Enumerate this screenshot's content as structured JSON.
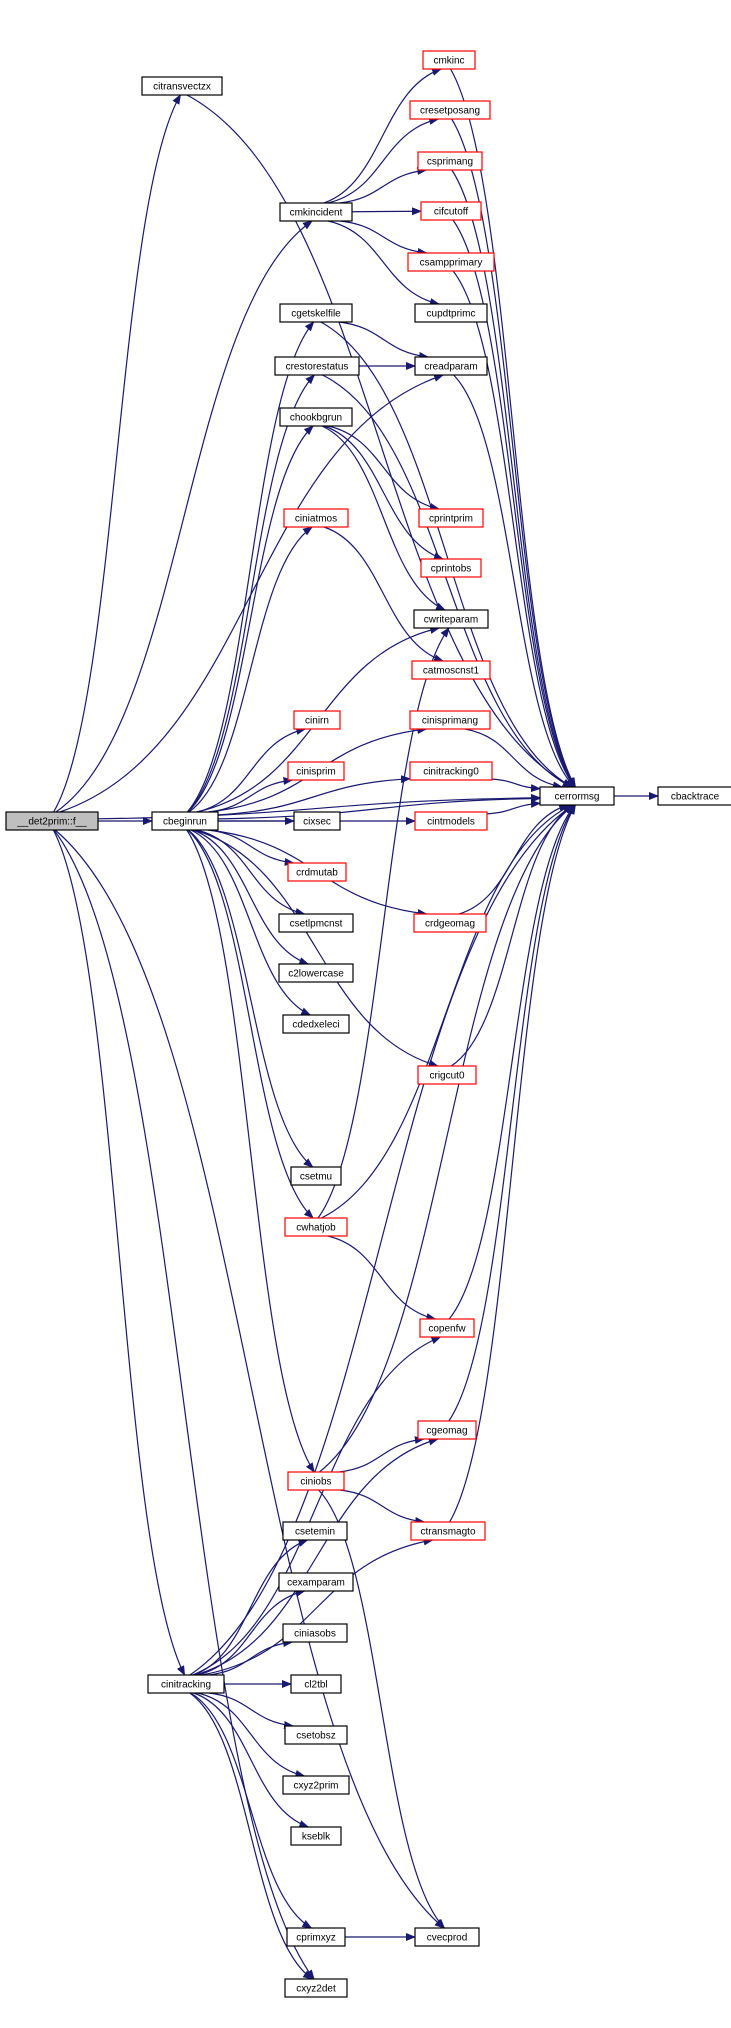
{
  "colors": {
    "edge": "#191970",
    "node_black_border": "#000000",
    "node_red_border": "#ff0000",
    "root_fill": "#bfbfbf",
    "node_fill": "#ffffff"
  },
  "nodes": [
    {
      "id": "root",
      "label": "__det2prim::f__",
      "style": "root"
    },
    {
      "id": "citransvectzx",
      "label": "citransvectzx",
      "style": "black"
    },
    {
      "id": "cbeginrun",
      "label": "cbeginrun",
      "style": "black"
    },
    {
      "id": "cmkincident",
      "label": "cmkincident",
      "style": "black"
    },
    {
      "id": "cmkinc",
      "label": "cmkinc",
      "style": "red"
    },
    {
      "id": "cresetposang",
      "label": "cresetposang",
      "style": "red"
    },
    {
      "id": "csprimang",
      "label": "csprimang",
      "style": "red"
    },
    {
      "id": "cifcutoff",
      "label": "cifcutoff",
      "style": "red"
    },
    {
      "id": "csampprimary",
      "label": "csampprimary",
      "style": "red"
    },
    {
      "id": "cupdtprimc",
      "label": "cupdtprimc",
      "style": "black"
    },
    {
      "id": "cgetskelfile",
      "label": "cgetskelfile",
      "style": "black"
    },
    {
      "id": "creadparam",
      "label": "creadparam",
      "style": "black"
    },
    {
      "id": "crestorestatus",
      "label": "crestorestatus",
      "style": "black"
    },
    {
      "id": "chookbgrun",
      "label": "chookbgrun",
      "style": "black"
    },
    {
      "id": "ciniatmos",
      "label": "ciniatmos",
      "style": "red"
    },
    {
      "id": "cprintprim",
      "label": "cprintprim",
      "style": "red"
    },
    {
      "id": "cprintobs",
      "label": "cprintobs",
      "style": "red"
    },
    {
      "id": "cwriteparam",
      "label": "cwriteparam",
      "style": "black"
    },
    {
      "id": "catmoscnst1",
      "label": "catmoscnst1",
      "style": "red"
    },
    {
      "id": "cinisprimang",
      "label": "cinisprimang",
      "style": "red"
    },
    {
      "id": "cinirn",
      "label": "cinirn",
      "style": "red"
    },
    {
      "id": "cinitracking0",
      "label": "cinitracking0",
      "style": "red"
    },
    {
      "id": "cinisprim",
      "label": "cinisprim",
      "style": "red"
    },
    {
      "id": "cerrormsg",
      "label": "cerrormsg",
      "style": "black"
    },
    {
      "id": "cbacktrace",
      "label": "cbacktrace",
      "style": "black"
    },
    {
      "id": "cintmodels",
      "label": "cintmodels",
      "style": "red"
    },
    {
      "id": "cixsec",
      "label": "cixsec",
      "style": "black"
    },
    {
      "id": "crdmutab",
      "label": "crdmutab",
      "style": "red"
    },
    {
      "id": "crdgeomag",
      "label": "crdgeomag",
      "style": "red"
    },
    {
      "id": "csetlpmcnst",
      "label": "csetlpmcnst",
      "style": "black"
    },
    {
      "id": "c2lowercase",
      "label": "c2lowercase",
      "style": "black"
    },
    {
      "id": "cdedxeleci",
      "label": "cdedxeleci",
      "style": "black"
    },
    {
      "id": "crigcut0",
      "label": "crigcut0",
      "style": "red"
    },
    {
      "id": "csetmu",
      "label": "csetmu",
      "style": "black"
    },
    {
      "id": "cwhatjob",
      "label": "cwhatjob",
      "style": "red"
    },
    {
      "id": "copenfw",
      "label": "copenfw",
      "style": "red"
    },
    {
      "id": "cgeomag",
      "label": "cgeomag",
      "style": "red"
    },
    {
      "id": "ciniobs",
      "label": "ciniobs",
      "style": "red"
    },
    {
      "id": "ctransmagto",
      "label": "ctransmagto",
      "style": "red"
    },
    {
      "id": "csetemin",
      "label": "csetemin",
      "style": "black"
    },
    {
      "id": "cexamparam",
      "label": "cexamparam",
      "style": "black"
    },
    {
      "id": "ciniasobs",
      "label": "ciniasobs",
      "style": "black"
    },
    {
      "id": "cinitracking",
      "label": "cinitracking",
      "style": "black"
    },
    {
      "id": "cl2tbl",
      "label": "cl2tbl",
      "style": "black"
    },
    {
      "id": "csetobsz",
      "label": "csetobsz",
      "style": "black"
    },
    {
      "id": "cxyz2prim",
      "label": "cxyz2prim",
      "style": "black"
    },
    {
      "id": "kseblk",
      "label": "kseblk",
      "style": "black"
    },
    {
      "id": "cprimxyz",
      "label": "cprimxyz",
      "style": "black"
    },
    {
      "id": "cvecprod",
      "label": "cvecprod",
      "style": "black"
    },
    {
      "id": "cxyz2det",
      "label": "cxyz2det",
      "style": "black"
    }
  ],
  "edges": [
    [
      "root",
      "citransvectzx"
    ],
    [
      "root",
      "cbeginrun"
    ],
    [
      "root",
      "cmkincident"
    ],
    [
      "root",
      "creadparam"
    ],
    [
      "root",
      "cinitracking"
    ],
    [
      "root",
      "cvecprod"
    ],
    [
      "root",
      "cxyz2det"
    ],
    [
      "root",
      "cerrormsg"
    ],
    [
      "citransvectzx",
      "cerrormsg"
    ],
    [
      "cmkincident",
      "cmkinc"
    ],
    [
      "cmkincident",
      "cresetposang"
    ],
    [
      "cmkincident",
      "csprimang"
    ],
    [
      "cmkincident",
      "cifcutoff"
    ],
    [
      "cmkincident",
      "csampprimary"
    ],
    [
      "cmkincident",
      "cupdtprimc"
    ],
    [
      "cmkinc",
      "cerrormsg"
    ],
    [
      "cresetposang",
      "cerrormsg"
    ],
    [
      "csprimang",
      "cerrormsg"
    ],
    [
      "cifcutoff",
      "cerrormsg"
    ],
    [
      "csampprimary",
      "cerrormsg"
    ],
    [
      "cbeginrun",
      "cgetskelfile"
    ],
    [
      "cbeginrun",
      "crestorestatus"
    ],
    [
      "cbeginrun",
      "chookbgrun"
    ],
    [
      "cbeginrun",
      "ciniatmos"
    ],
    [
      "cbeginrun",
      "cwriteparam"
    ],
    [
      "cbeginrun",
      "cinisprimang"
    ],
    [
      "cbeginrun",
      "cinitracking0"
    ],
    [
      "cbeginrun",
      "cintmodels"
    ],
    [
      "cbeginrun",
      "cinirn"
    ],
    [
      "cbeginrun",
      "cinisprim"
    ],
    [
      "cbeginrun",
      "cixsec"
    ],
    [
      "cbeginrun",
      "crdmutab"
    ],
    [
      "cbeginrun",
      "csetlpmcnst"
    ],
    [
      "cbeginrun",
      "c2lowercase"
    ],
    [
      "cbeginrun",
      "cdedxeleci"
    ],
    [
      "cbeginrun",
      "crdgeomag"
    ],
    [
      "cbeginrun",
      "crigcut0"
    ],
    [
      "cbeginrun",
      "csetmu"
    ],
    [
      "cbeginrun",
      "cwhatjob"
    ],
    [
      "cbeginrun",
      "ciniobs"
    ],
    [
      "cbeginrun",
      "cerrormsg"
    ],
    [
      "cgetskelfile",
      "creadparam"
    ],
    [
      "cgetskelfile",
      "cerrormsg"
    ],
    [
      "crestorestatus",
      "creadparam"
    ],
    [
      "crestorestatus",
      "cerrormsg"
    ],
    [
      "creadparam",
      "cerrormsg"
    ],
    [
      "chookbgrun",
      "cprintprim"
    ],
    [
      "chookbgrun",
      "cprintobs"
    ],
    [
      "chookbgrun",
      "cwriteparam"
    ],
    [
      "ciniatmos",
      "catmoscnst1"
    ],
    [
      "cinisprimang",
      "cerrormsg"
    ],
    [
      "cinitracking0",
      "cerrormsg"
    ],
    [
      "cintmodels",
      "cerrormsg"
    ],
    [
      "cerrormsg",
      "cbacktrace"
    ],
    [
      "crdgeomag",
      "cerrormsg"
    ],
    [
      "crigcut0",
      "cerrormsg"
    ],
    [
      "cwhatjob",
      "cwriteparam"
    ],
    [
      "cwhatjob",
      "copenfw"
    ],
    [
      "cwhatjob",
      "cerrormsg"
    ],
    [
      "copenfw",
      "cerrormsg"
    ],
    [
      "cgeomag",
      "cerrormsg"
    ],
    [
      "ciniobs",
      "cgeomag"
    ],
    [
      "ciniobs",
      "ctransmagto"
    ],
    [
      "ciniobs",
      "cvecprod"
    ],
    [
      "ciniobs",
      "cerrormsg"
    ],
    [
      "ctransmagto",
      "cerrormsg"
    ],
    [
      "cinitracking",
      "copenfw"
    ],
    [
      "cinitracking",
      "cgeomag"
    ],
    [
      "cinitracking",
      "ctransmagto"
    ],
    [
      "cinitracking",
      "csetemin"
    ],
    [
      "cinitracking",
      "cexamparam"
    ],
    [
      "cinitracking",
      "ciniasobs"
    ],
    [
      "cinitracking",
      "cl2tbl"
    ],
    [
      "cinitracking",
      "csetobsz"
    ],
    [
      "cinitracking",
      "cxyz2prim"
    ],
    [
      "cinitracking",
      "kseblk"
    ],
    [
      "cinitracking",
      "cprimxyz"
    ],
    [
      "cinitracking",
      "cxyz2det"
    ],
    [
      "cinitracking",
      "cerrormsg"
    ],
    [
      "cprimxyz",
      "cvecprod"
    ]
  ]
}
